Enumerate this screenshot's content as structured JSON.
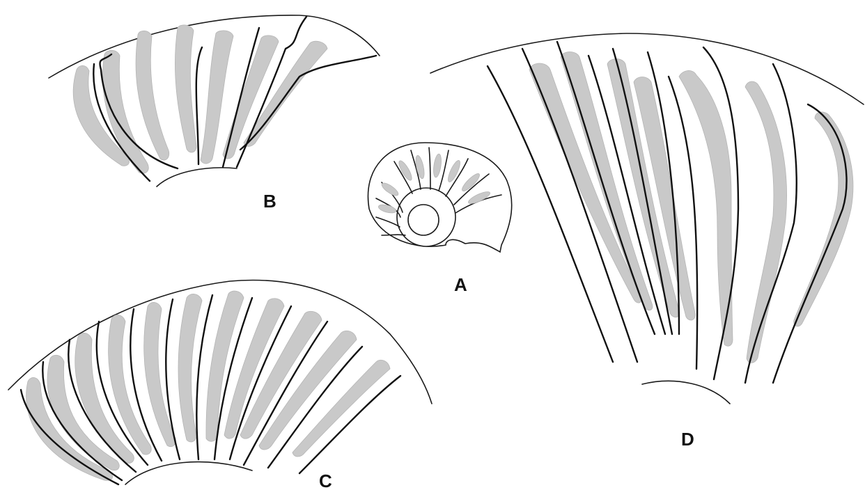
{
  "panels": [
    {
      "id": "A",
      "label": "A"
    },
    {
      "id": "B",
      "label": "B"
    },
    {
      "id": "C",
      "label": "C"
    },
    {
      "id": "D",
      "label": "D"
    }
  ],
  "colors": {
    "line": "#1a1a1a",
    "saddle_fill": "#c9c9c9",
    "background": "#ffffff"
  }
}
